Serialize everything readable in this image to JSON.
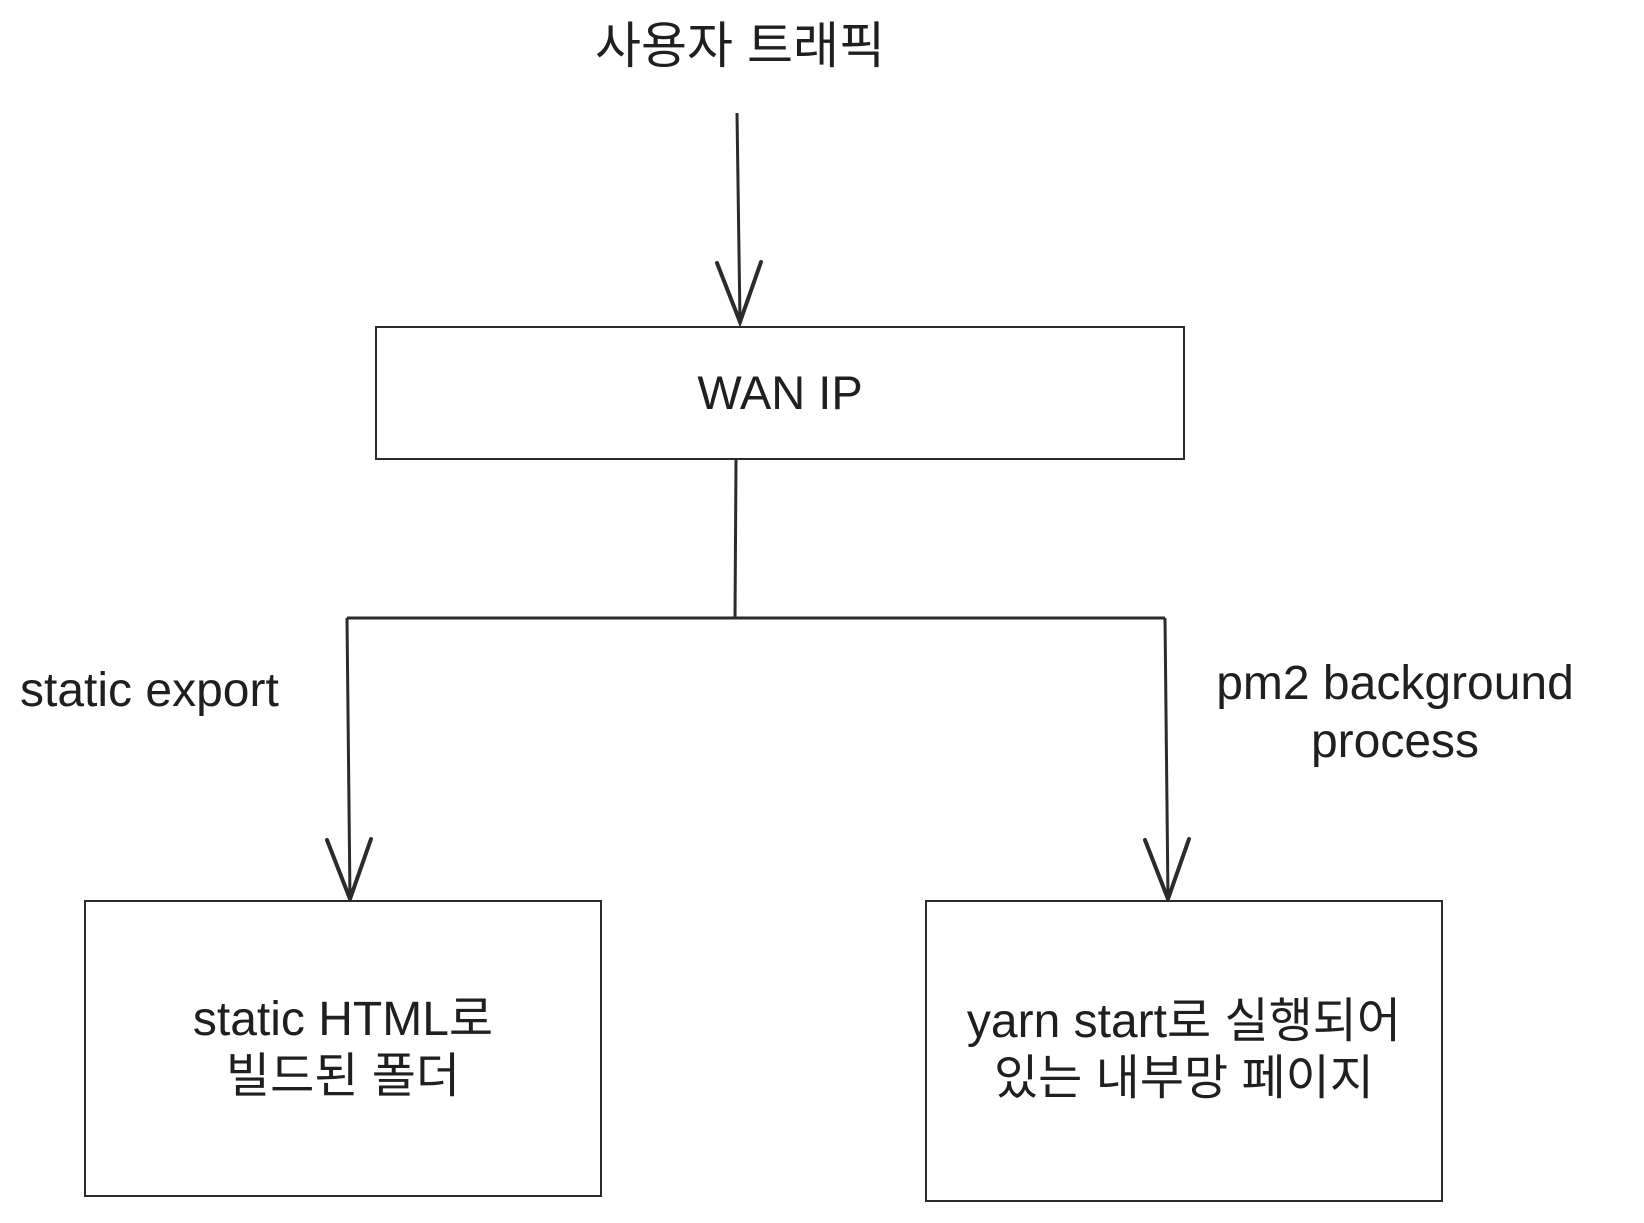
{
  "diagram": {
    "title_label": "사용자 트래픽",
    "nodes": [
      {
        "id": "wan-ip",
        "label": "WAN IP"
      },
      {
        "id": "static-folder",
        "label": "static HTML로\n빌드된 폴더"
      },
      {
        "id": "yarn-page",
        "label": "yarn start로 실행되어\n있는 내부망 페이지"
      }
    ],
    "edge_labels": [
      {
        "id": "static-export",
        "label": "static export"
      },
      {
        "id": "pm2-background",
        "label": "pm2 background\nprocess"
      }
    ],
    "colors": {
      "stroke": "#2b2b2b",
      "text": "#1f1f1f",
      "background": "#ffffff"
    }
  }
}
